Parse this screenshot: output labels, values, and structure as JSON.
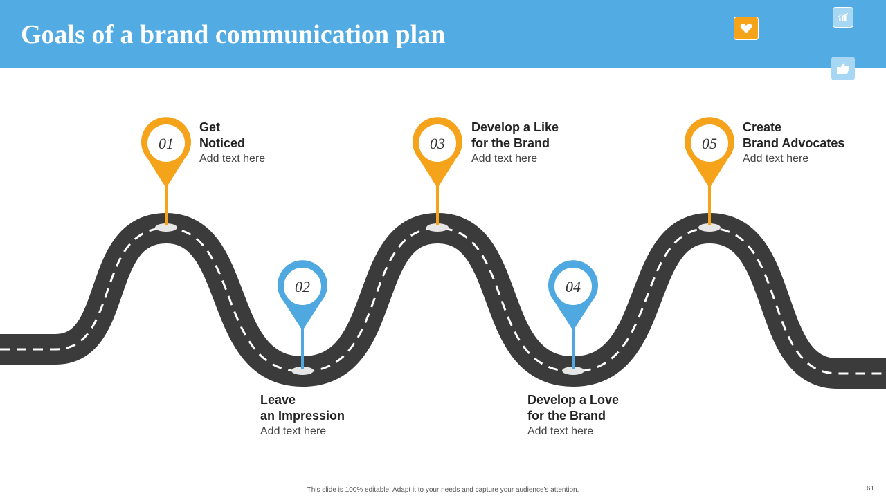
{
  "title": "Goals of a brand communication plan",
  "header_icons": [
    "heart-icon",
    "bar-chart-icon",
    "thumbs-up-icon"
  ],
  "colors": {
    "header": "#52ABE3",
    "orange": "#F5A31A",
    "blue": "#4FA8E0",
    "road": "#3B3B3B"
  },
  "steps": [
    {
      "number": "01",
      "title_line1": "Get",
      "title_line2": "Noticed",
      "text": "Add text here"
    },
    {
      "number": "02",
      "title_line1": "Leave",
      "title_line2": "an Impression",
      "text": "Add text here"
    },
    {
      "number": "03",
      "title_line1": "Develop a Like",
      "title_line2": "for the Brand",
      "text": "Add text here"
    },
    {
      "number": "04",
      "title_line1": "Develop a Love",
      "title_line2": "for the Brand",
      "text": "Add text here"
    },
    {
      "number": "05",
      "title_line1": "Create",
      "title_line2": "Brand Advocates",
      "text": "Add text here"
    }
  ],
  "footer": "This slide is 100% editable. Adapt it to your needs and capture your audience's attention.",
  "page_number": "61"
}
